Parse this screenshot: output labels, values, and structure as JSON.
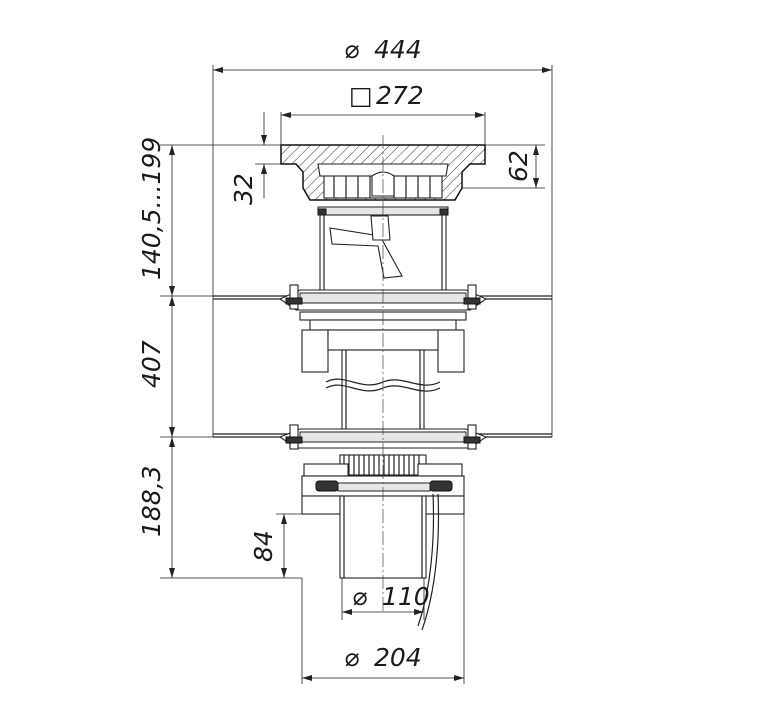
{
  "dimensions": {
    "outer_diameter": "444",
    "grate_size": "272",
    "height_adjust": "140,5...199",
    "grate_offset": "32",
    "grate_height": "62",
    "body_height": "407",
    "lower_height": "188,3",
    "spigot_length": "84",
    "pipe_diameter": "110",
    "flange_diameter": "204"
  },
  "symbols": {
    "diameter": "⌀",
    "square": "□"
  }
}
